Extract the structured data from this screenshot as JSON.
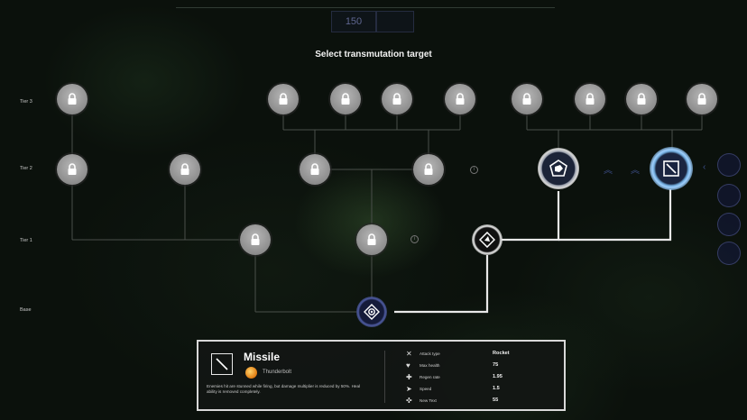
{
  "header": {
    "counter_value": "150",
    "title": "Select transmutation target"
  },
  "tiers": {
    "tier3": "Tier 3",
    "tier2": "Tier 2",
    "tier1": "Tier 1",
    "base": "Base"
  },
  "selected_tower": {
    "name": "Missile",
    "subtitle": "Thunderbolt",
    "description": "Enemies hit are stunned while firing, but damage multiplier is reduced by 50%. Heal ability is removed completely.",
    "stats": [
      {
        "label": "Attack type",
        "value": "Rocket",
        "icon": "crossed-swords-icon"
      },
      {
        "label": "Max health",
        "value": "75",
        "icon": "heart-icon"
      },
      {
        "label": "Regen rate",
        "value": "1.95",
        "icon": "plus-icon"
      },
      {
        "label": "Speed",
        "value": "1.5",
        "icon": "speed-icon"
      },
      {
        "label": "New Text",
        "value": "55",
        "icon": "crosshair-icon"
      }
    ]
  },
  "colors": {
    "accent_glow": "#6fa8d8",
    "locked_node": "#9a9a9a",
    "link_active": "#e8e8e8",
    "link_inactive": "#4a4f4a",
    "panel_border": "#d8d8d8"
  }
}
